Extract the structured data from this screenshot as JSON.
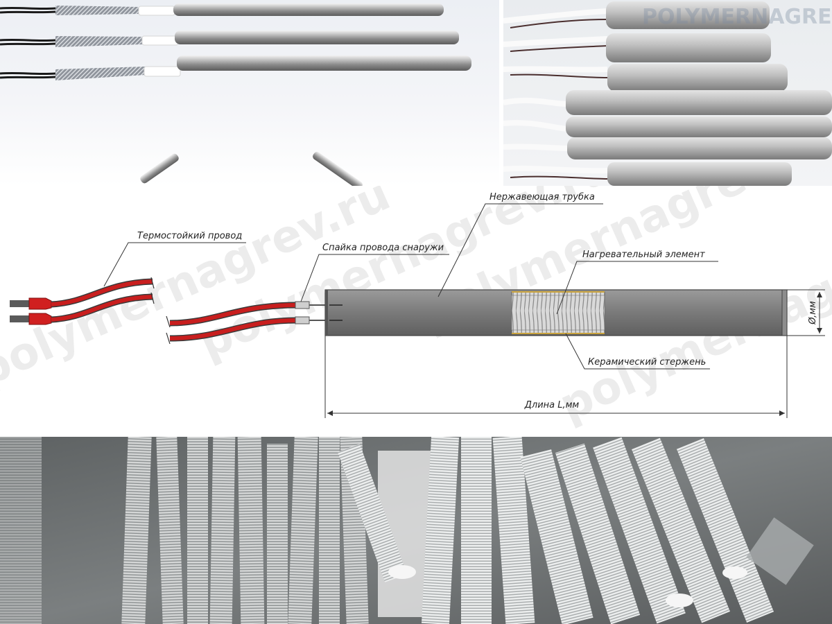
{
  "diagram": {
    "labels": {
      "wire": "Термостойкий провод",
      "solder": "Спайка провода снаружи",
      "tube": "Нержавеющая трубка",
      "heating_element": "Нагревательный элемент",
      "ceramic_rod": "Керамический стержень",
      "length": "Длина L,мм",
      "diameter": "Ø,мм"
    },
    "watermark": "polymernagrev.ru"
  },
  "photos": {
    "right_watermark": "POLYMERNAGREV"
  },
  "colors": {
    "wire_red": "#c81e1e",
    "tube_gray": "#7c7c7c",
    "coil": "#c9c9c9"
  }
}
